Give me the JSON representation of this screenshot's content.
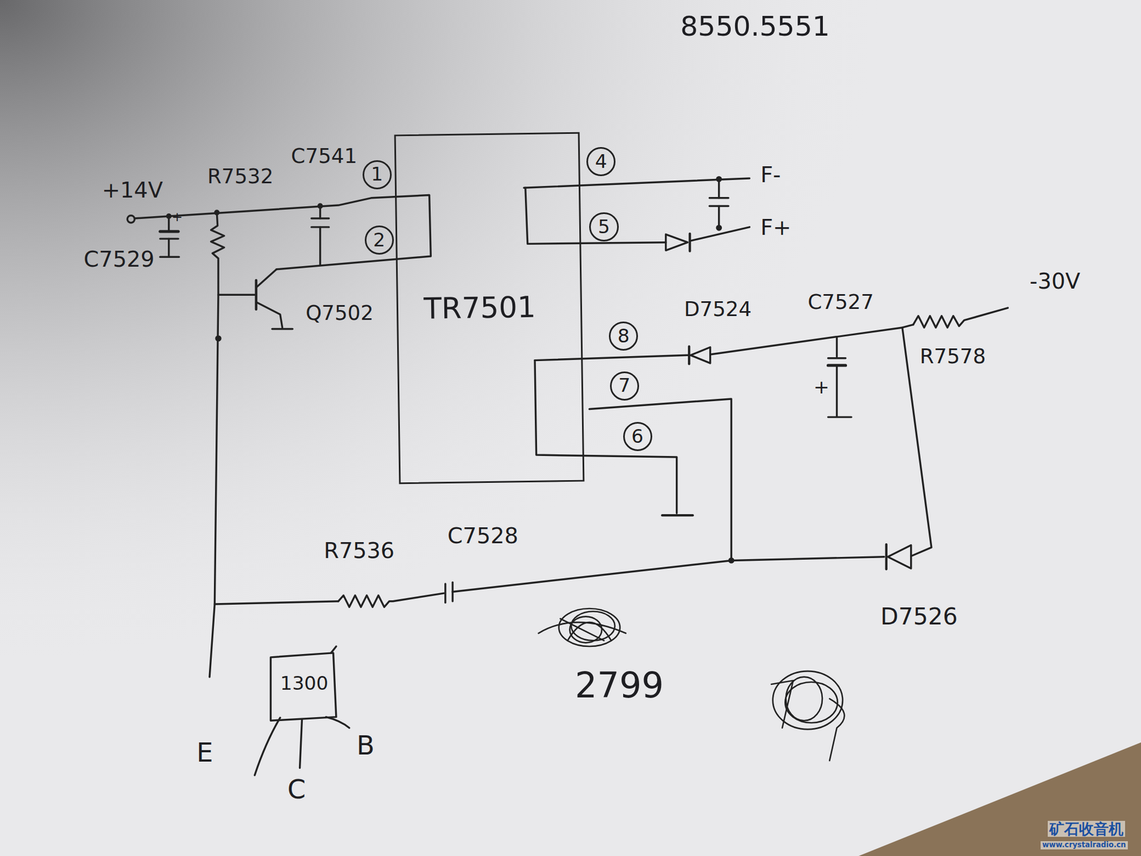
{
  "diagram": {
    "nodes": [
      {
        "text": [
          "TR7501"
        ]
      },
      {
        "text": [
          "1"
        ]
      },
      {
        "text": [
          "2"
        ]
      },
      {
        "text": [
          "4"
        ]
      },
      {
        "text": [
          "5"
        ]
      },
      {
        "text": [
          "8"
        ]
      },
      {
        "text": [
          "7"
        ]
      },
      {
        "text": [
          "6"
        ]
      }
    ],
    "labels": [
      "8550.5551",
      "+14V",
      "R7532",
      "C7541",
      "C7529",
      "+",
      "Q7502",
      "F-",
      "F+",
      "-30V",
      "D7524",
      "C7527",
      "+",
      "R7578",
      "R7536",
      "C7528",
      "D7526",
      "2799",
      "1300",
      "E",
      "B",
      "C",
      "矿石收音机",
      "www.crystalradio.cn"
    ]
  }
}
